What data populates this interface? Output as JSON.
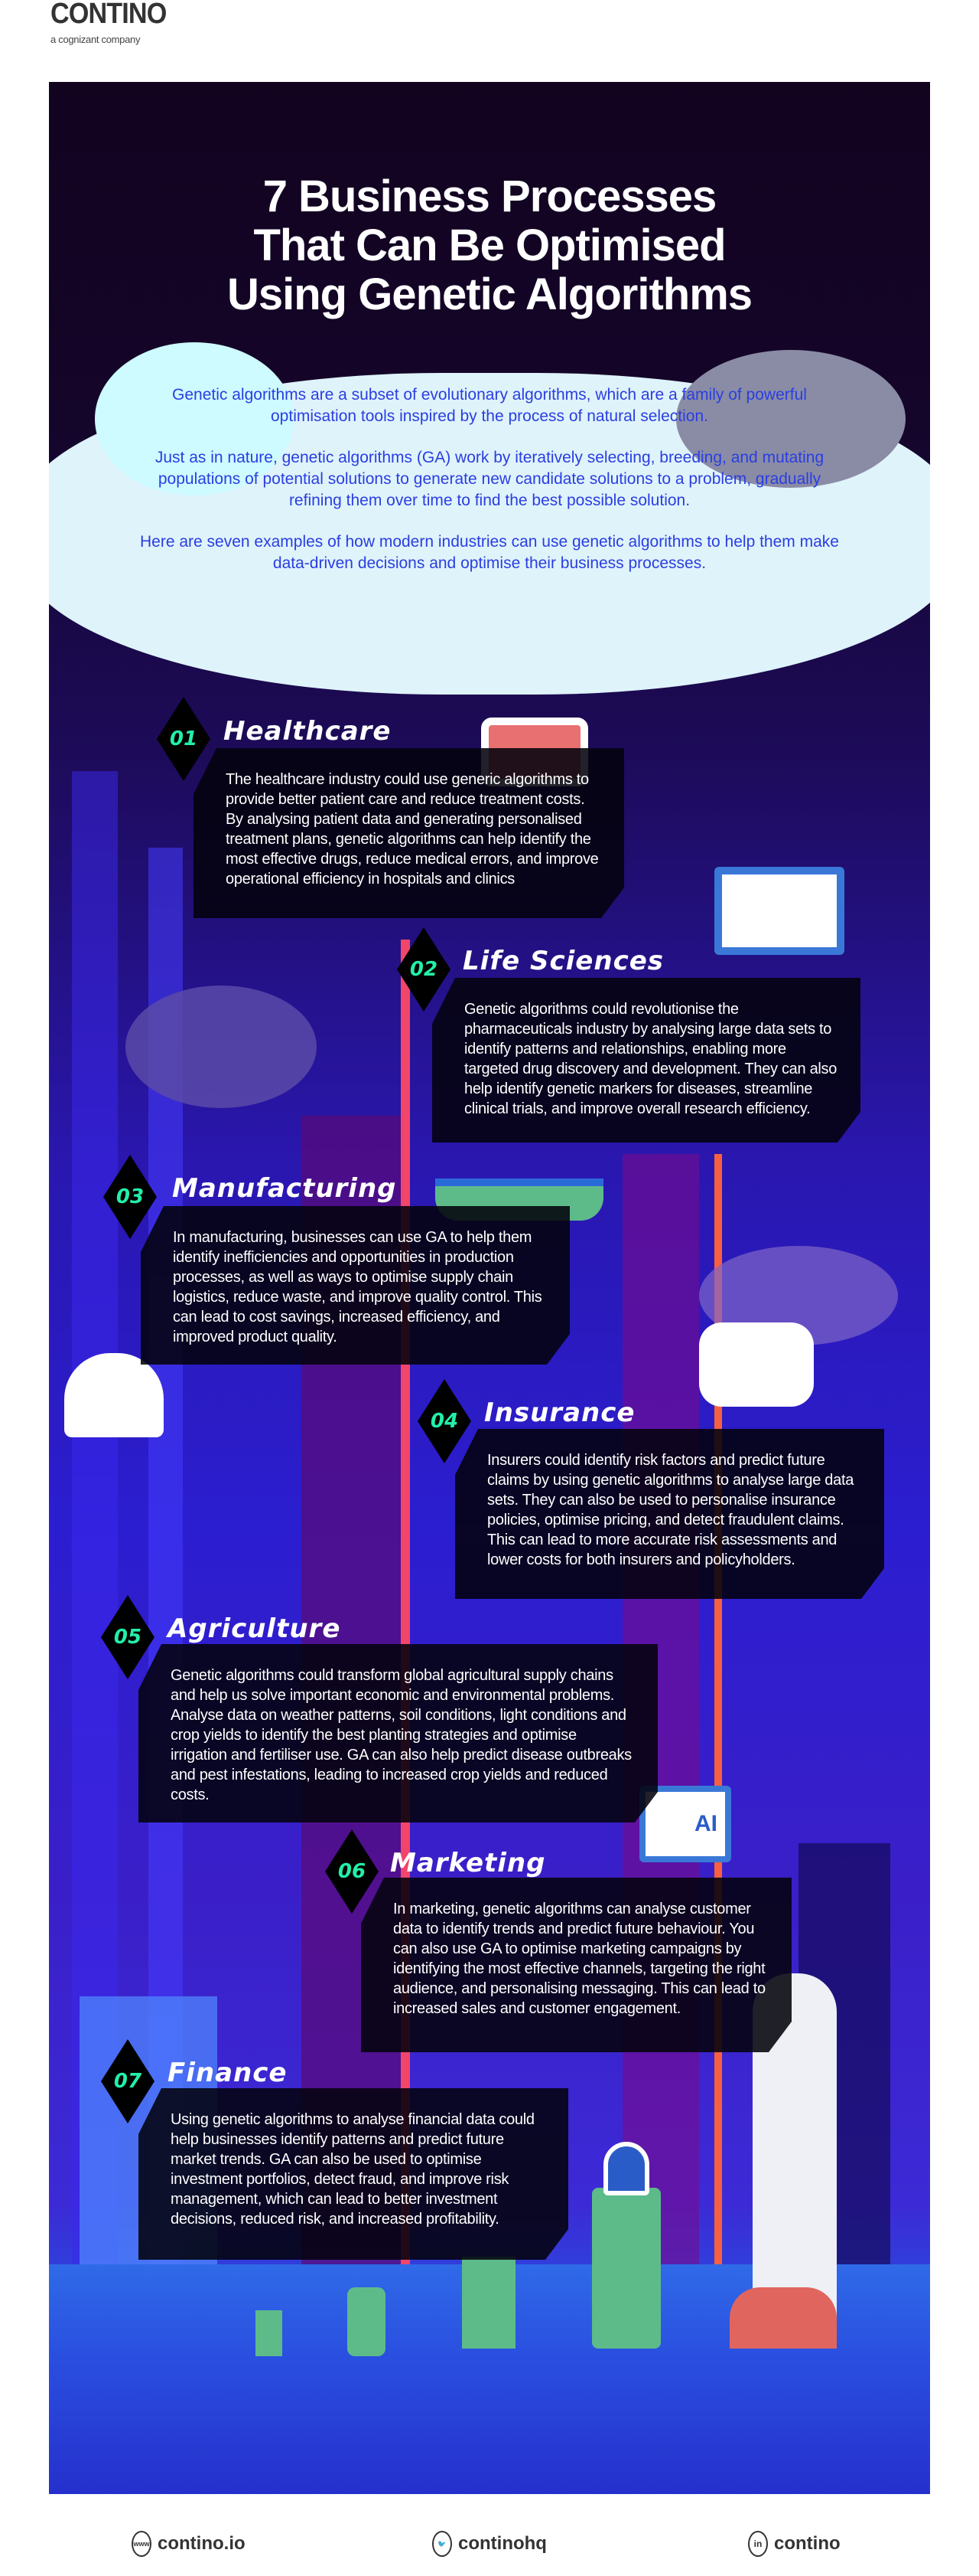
{
  "brand": {
    "name": "CONTINO",
    "tagline": "a cognizant company"
  },
  "title": [
    "7 Business Processes",
    "That Can Be Optimised",
    "Using Genetic Algorithms"
  ],
  "intro": [
    "Genetic algorithms are a subset of evolutionary algorithms, which are a family of powerful optimisation tools inspired by the process of natural selection.",
    "Just as in nature, genetic algorithms (GA) work by iteratively selecting, breeding, and mutating populations of potential solutions to generate new candidate solutions to a problem, gradually refining them over time to find the best possible solution.",
    "Here are seven examples of how modern industries can use genetic algorithms to help them make data-driven decisions and optimise their business processes."
  ],
  "sections": [
    {
      "number": "01",
      "title": "Healthcare",
      "text": "The healthcare industry could use generic algorithms to provide better patient care and reduce treatment costs. By analysing patient data and generating personalised treatment plans, genetic algorithms can help identify the most effective drugs, reduce medical errors, and improve operational efficiency in hospitals and clinics",
      "icon": "vr-headset-icon"
    },
    {
      "number": "02",
      "title": "Life Sciences",
      "text": "Genetic algorithms could revolutionise the pharmaceuticals industry by analysing large data sets to identify patterns and relationships, enabling more targeted drug discovery and development. They can also help identify genetic markers for diseases, streamline clinical trials, and improve overall research efficiency.",
      "icon": "monitor-brain-icon"
    },
    {
      "number": "03",
      "title": "Manufacturing",
      "text": "In manufacturing, businesses can use GA to help them identify inefficiencies and opportunities in production processes, as well as ways to optimise supply chain logistics, reduce waste, and improve quality control. This can lead to cost savings, increased efficiency, and improved product quality.",
      "icon": "smart-glasses-icon"
    },
    {
      "number": "04",
      "title": "Insurance",
      "text": "Insurers could identify risk factors and predict future claims by using genetic algorithms to analyse large data sets. They can also be used to personalise insurance policies, optimise pricing, and detect fraudulent claims. This can lead to more accurate risk assessments and lower costs for both insurers and policyholders.",
      "icon": "robot-dog-icon"
    },
    {
      "number": "05",
      "title": "Agriculture",
      "text": "Genetic algorithms could transform global agricultural supply chains and help us solve important economic and environmental problems. Analyse data on weather patterns, soil conditions, light conditions and crop yields to identify the best planting strategies and optimise irrigation and fertiliser use. GA can also help predict disease outbreaks and pest infestations, leading to increased crop yields and reduced costs.",
      "icon": "drone-icon"
    },
    {
      "number": "06",
      "title": "Marketing",
      "text": "In marketing, genetic algorithms can analyse customer data to identify trends and predict future behaviour. You can also use GA to optimise marketing campaigns by identifying the most effective channels, targeting the right audience, and personalising messaging. This can lead to increased sales and customer engagement.",
      "icon": "ai-laptop-icon",
      "icon_label": "AI"
    },
    {
      "number": "07",
      "title": "Finance",
      "text": "Using genetic algorithms to analyse financial data could help businesses identify patterns and predict future market trends. GA can also be used to optimise investment portfolios, detect fraud, and improve risk management, which can lead to better investment decisions, reduced risk, and increased profitability.",
      "icon": "robots-icon"
    }
  ],
  "footer": [
    {
      "icon": "www-icon",
      "icon_text": "www",
      "label": "contino.io"
    },
    {
      "icon": "twitter-icon",
      "label": "continohq"
    },
    {
      "icon": "linkedin-icon",
      "icon_text": "in",
      "label": "contino"
    }
  ],
  "colors": {
    "accent": "#22f0a8",
    "intro_text": "#2a3ee2",
    "panel_top": "#12041f",
    "panel_mid": "#2a17b0"
  }
}
